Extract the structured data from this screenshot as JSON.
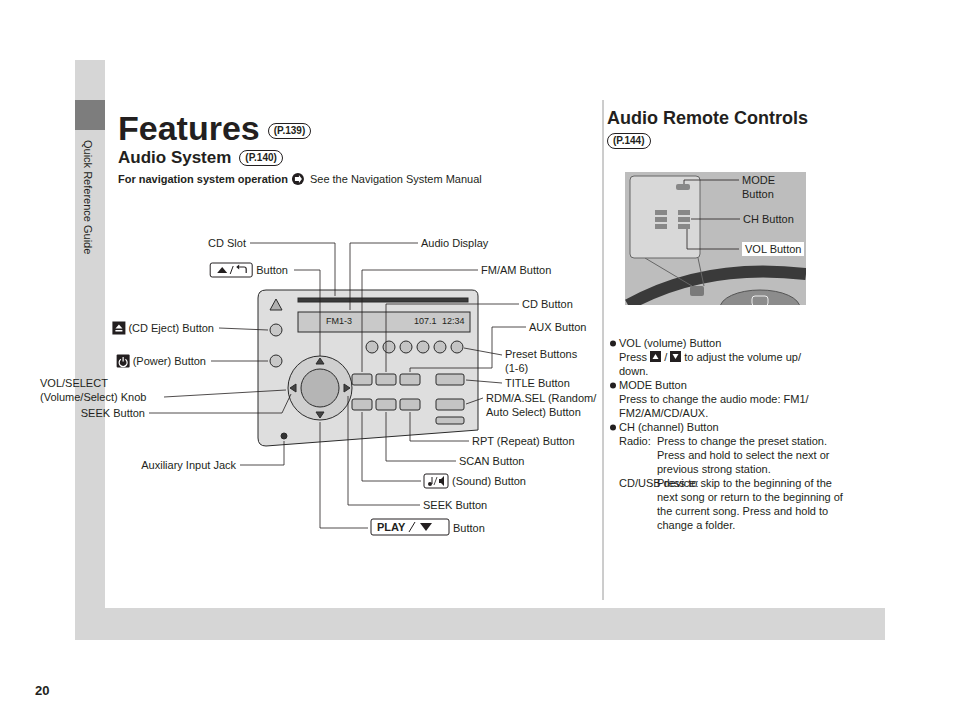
{
  "diagram": {
    "title": "Features",
    "labels": [
      "(P.139)",
      "Audio System",
      "(P.140)",
      "For navigation system operation",
      "See the Navigation System Manual",
      "CD Slot",
      "Audio Display",
      "Button",
      "FM/AM Button",
      "CD Button",
      "(CD Eject) Button",
      "AUX Button",
      "(Power) Button",
      "Preset Buttons (1-6)",
      "VOL/SELECT (Volume/Select) Knob",
      "TITLE Button",
      "RDM/A.SEL (Random/ Auto Select) Button",
      "SEEK Button",
      "RPT (Repeat) Button",
      "Auxiliary Input Jack",
      "SCAN Button",
      "(Sound) Button",
      "SEEK Button",
      "Button",
      "PLAY",
      "FM1-3",
      "107.1",
      "12:34",
      "Audio Remote Controls",
      "(P.144)",
      "MODE Button",
      "CH Button",
      "VOL Button",
      "VOL (volume) Button",
      "Press",
      "/",
      "to adjust the volume up/ down.",
      "MODE Button",
      "Press to change the audio mode: FM1/ FM2/AM/CD/AUX.",
      "CH (channel) Button",
      "Radio:",
      "Press to change the preset station. Press and hold to select the next or previous strong station.",
      "CD/USB device:",
      "Press to skip to the beginning of the next song or return to the beginning of the current song. Press and hold to change a folder.",
      "Quick Reference Guide",
      "20"
    ]
  }
}
